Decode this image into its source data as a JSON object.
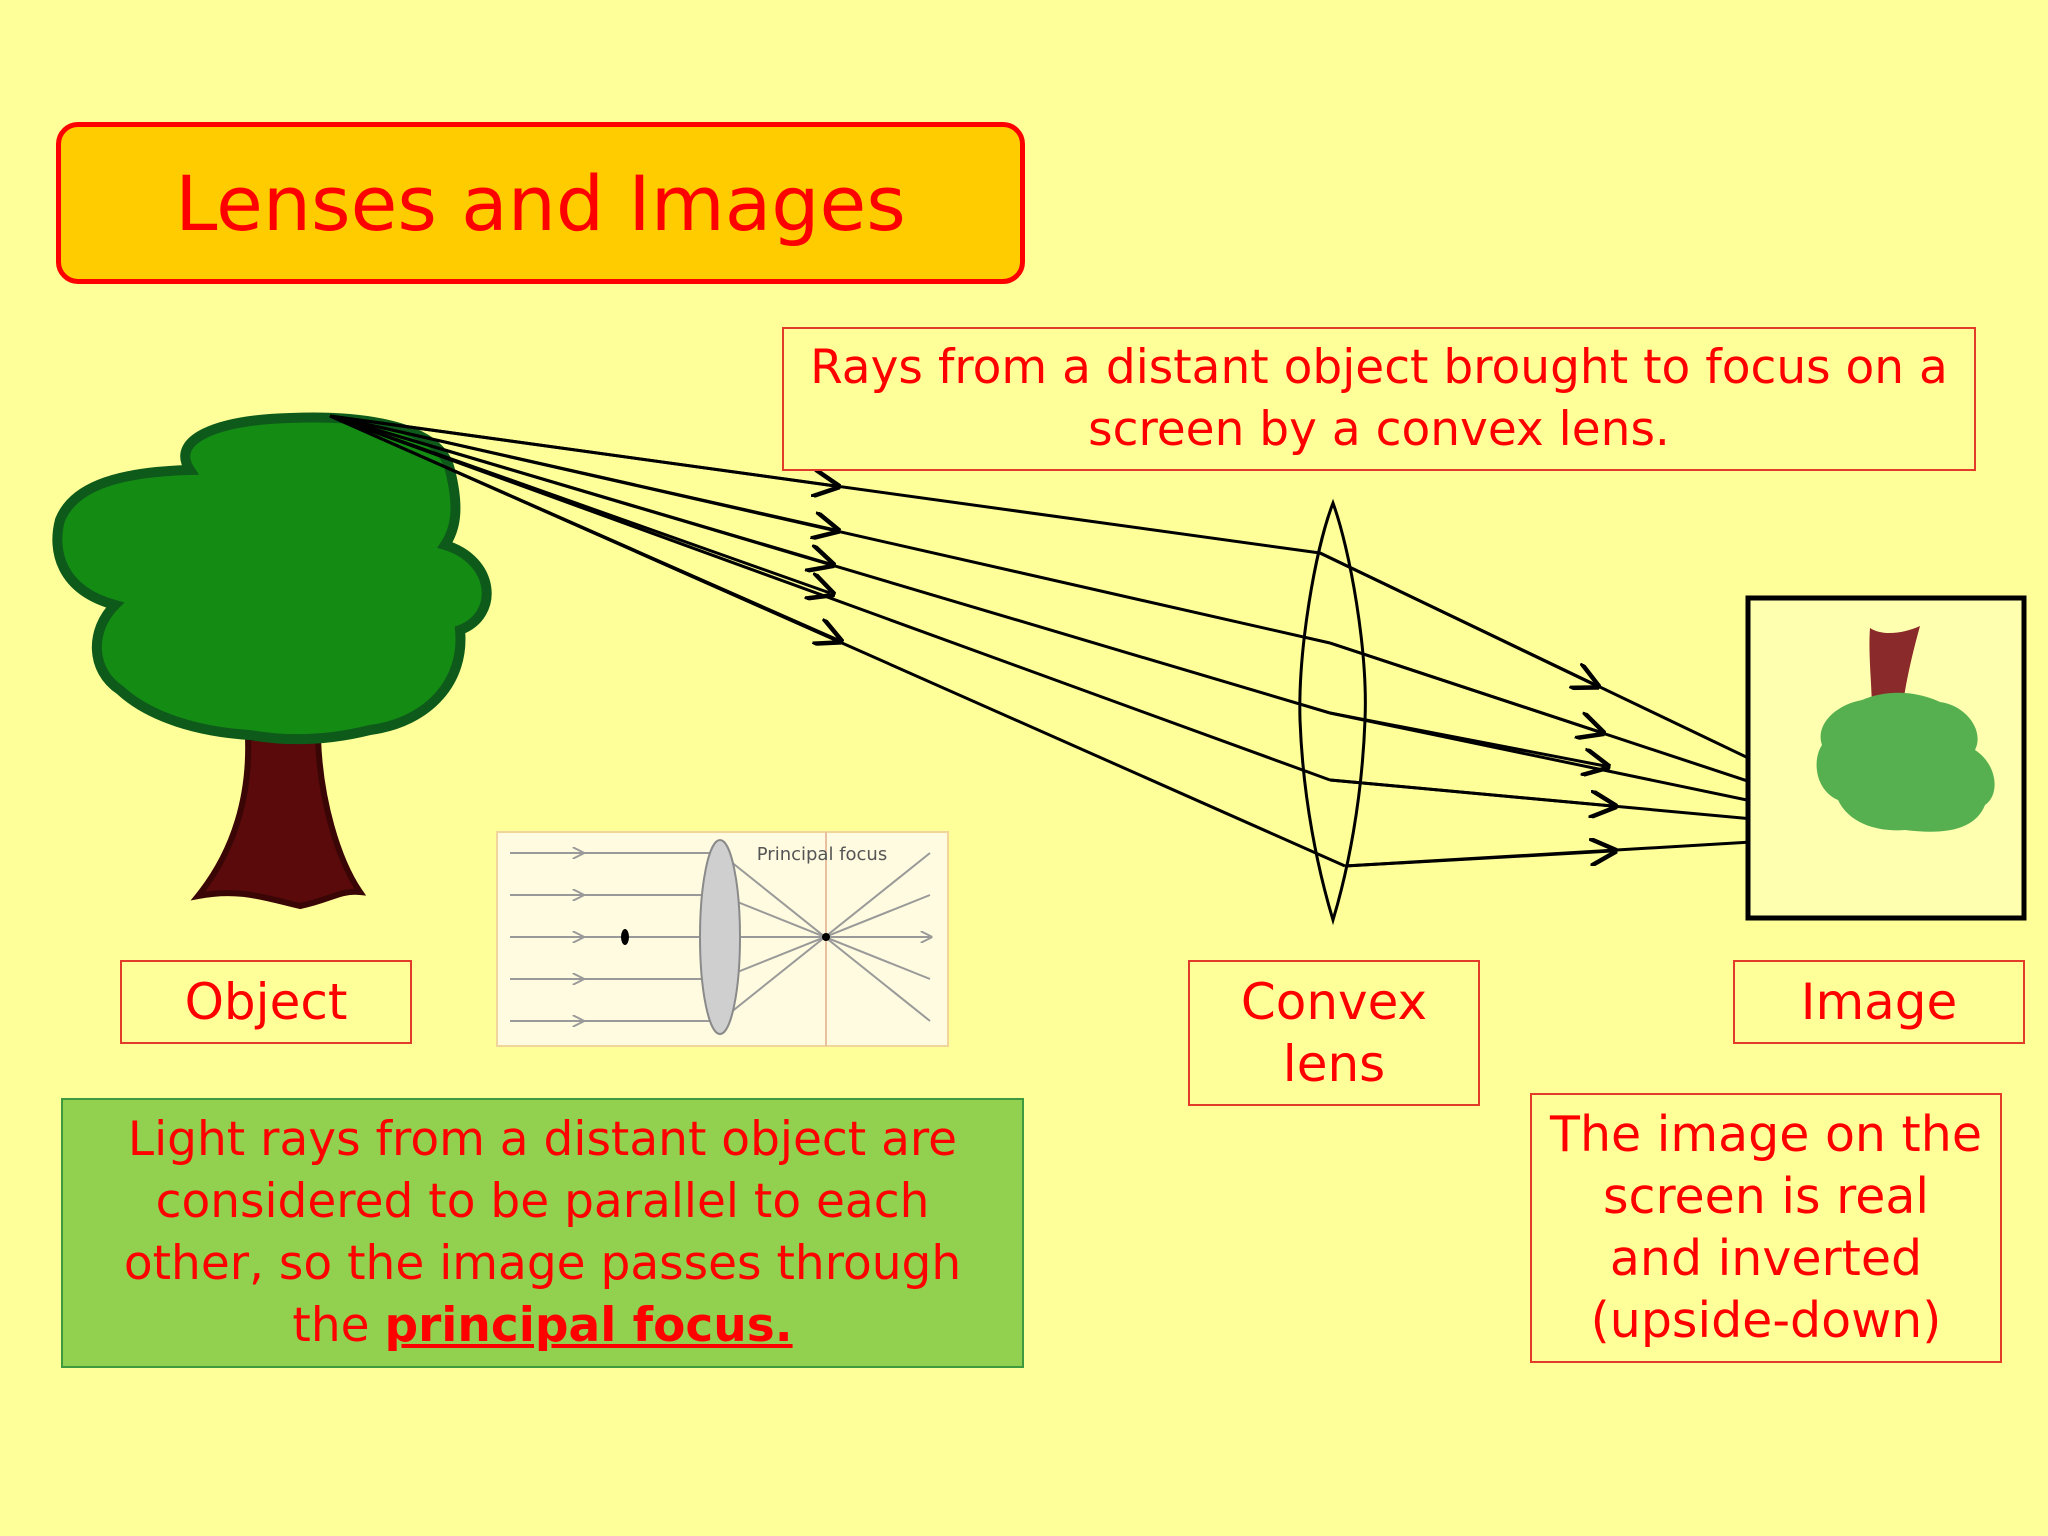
{
  "title": "Lenses and Images",
  "caption": "Rays from a distant object brought to focus on a screen by a convex lens.",
  "labels": {
    "object": "Object",
    "lens": "Convex lens",
    "image": "Image"
  },
  "inset": {
    "label": "Principal focus"
  },
  "notes": {
    "parallel_prefix": "Light rays from a distant object are considered to be parallel to each other, so the image passes through the ",
    "parallel_emphasis": "principal focus.",
    "image_note": "The image on the screen is real and inverted (upside-down)"
  },
  "colors": {
    "background": "#ffff99",
    "text": "#ff0000",
    "title_fill": "#ffcc00",
    "tree_green": "#148c14",
    "tree_outline": "#0e5a1a",
    "trunk": "#5a0a0a",
    "green_note": "#92d050",
    "image_tree": "#56b04f"
  },
  "icons": [
    "tree-icon",
    "convex-lens-icon",
    "inverted-tree-icon",
    "arrow-icon"
  ]
}
